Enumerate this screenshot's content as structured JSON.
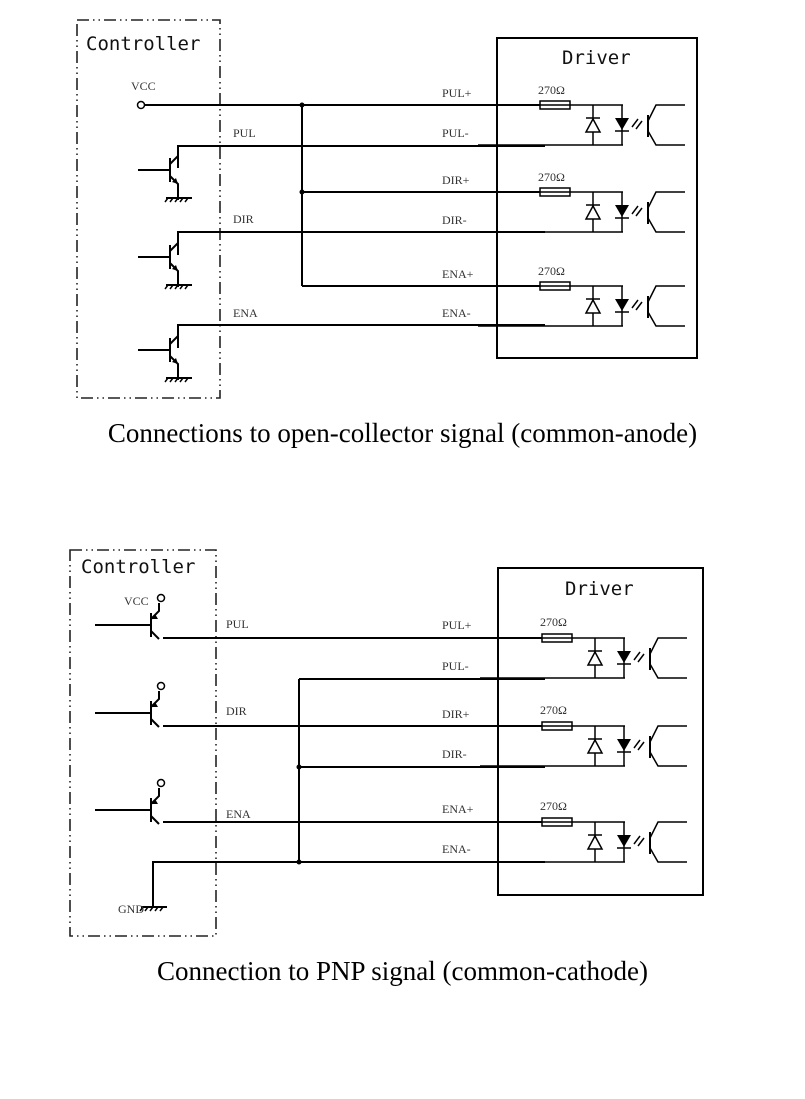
{
  "diagrams": [
    {
      "id": "common-anode",
      "controller_label": "Controller",
      "driver_label": "Driver",
      "vcc_label": "VCC",
      "controller_signals": [
        "PUL",
        "DIR",
        "ENA"
      ],
      "driver_terminals": [
        "PUL+",
        "PUL-",
        "DIR+",
        "DIR-",
        "ENA+",
        "ENA-"
      ],
      "resistor_labels": [
        "270Ω",
        "270Ω",
        "270Ω"
      ],
      "caption": "Connections to open-collector signal (common-anode)"
    },
    {
      "id": "common-cathode",
      "controller_label": "Controller",
      "driver_label": "Driver",
      "vcc_label": "VCC",
      "gnd_label": "GND",
      "controller_signals": [
        "PUL",
        "DIR",
        "ENA"
      ],
      "driver_terminals": [
        "PUL+",
        "PUL-",
        "DIR+",
        "DIR-",
        "ENA+",
        "ENA-"
      ],
      "resistor_labels": [
        "270Ω",
        "270Ω",
        "270Ω"
      ],
      "caption": "Connection to PNP signal (common-cathode)"
    }
  ]
}
